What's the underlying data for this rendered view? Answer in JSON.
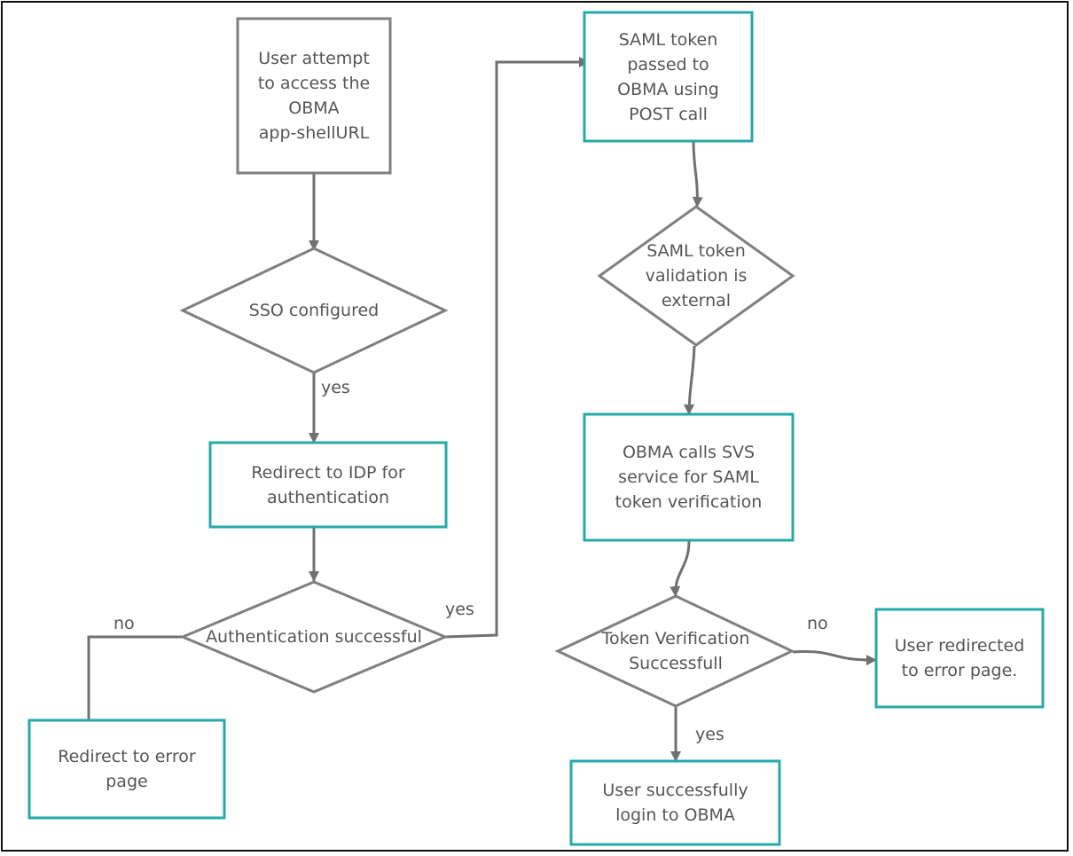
{
  "colors": {
    "frame": "#111111",
    "box_gray": "#7f7f7f",
    "box_teal": "#26a9a9",
    "connector": "#707070",
    "text": "#555555"
  },
  "nodes": {
    "user_attempt": "User attempt\nto access   the\nOBMA\napp-shellURL",
    "sso_configured": "SSO configured",
    "redirect_idp": "Redirect to IDP for\nauthentication",
    "auth_successful": "Authentication successful",
    "redirect_error": "Redirect to error\npage",
    "saml_post": "SAML token\npassed to\nOBMA using\nPOST call",
    "saml_validation": "SAML token\nvalidation is\nexternal",
    "svs_call": "OBMA calls SVS\nservice for SAML\ntoken verification",
    "token_verification": "Token Verification\nSuccessfull",
    "user_redirected_error": "User redirected\nto error page.",
    "login_success": "User successfully\nlogin to OBMA"
  },
  "edge_labels": {
    "sso_yes": "yes",
    "auth_yes": "yes",
    "auth_no": "no",
    "token_no": "no",
    "token_yes": "yes"
  }
}
